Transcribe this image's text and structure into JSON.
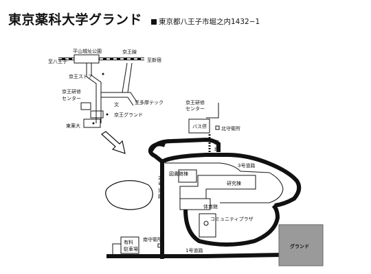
{
  "header": {
    "title": "東京薬科大学グランド",
    "address": "東京都八王子市堀之内1432−1"
  },
  "overview_map": {
    "station": "平山城址公園",
    "rail_line": "京王線",
    "to_left": "至八王子",
    "to_right": "至新宿",
    "store": "京王ストア",
    "training_center_line1": "京王研修",
    "training_center_line2": "センター",
    "school_mark": "文",
    "to_tama": "至多摩テック",
    "keio_ground": "京王グランド",
    "toyaku": "東薬大"
  },
  "campus_map": {
    "training_center_line1": "京王研修",
    "training_center_line2": "センター",
    "bus_stop": "バス停",
    "north_gate": "北守衛所",
    "stairs": "階段",
    "road_3": "3号道路",
    "road_2": "2号道路",
    "road_1": "1号道路",
    "library": "図書館棟",
    "research": "研究棟",
    "gym": "体育館",
    "community_plaza": "コミュニティプラザ",
    "south_gate": "南守衛所",
    "parking": "有料駐車場",
    "ground": "グランド"
  }
}
